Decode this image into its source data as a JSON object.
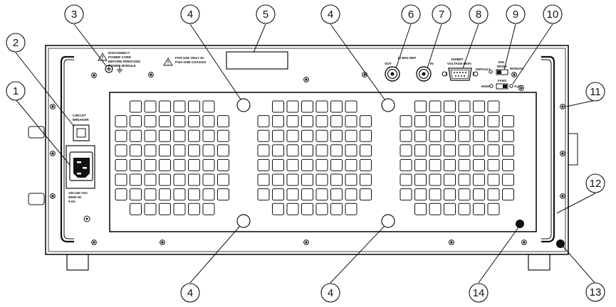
{
  "panel": {
    "warning_lines": [
      "DISCONNECT",
      "POWER CORD",
      "BEFORE REMOVING",
      "POWER MODULE"
    ],
    "pxie_lines": [
      "FOR USE ONLY IN",
      "PXIe-1085 CHASSIS"
    ],
    "breaker_lines": [
      "CIRCUIT",
      "BREAKER"
    ],
    "power_lines": [
      "100-240 VAC",
      "50/60 Hz",
      "9-5A"
    ],
    "ref_out_lines": [
      "10 MHz REF",
      "OUT"
    ],
    "ref_in_label": "IN",
    "inhibit_lines": [
      "INHIBIT",
      "VOLTAGE MON"
    ],
    "mode_lines": [
      "INH",
      "MODE"
    ],
    "default_label": "DEFAULT",
    "manual_label": "MANUAL",
    "fans_label": "FANS",
    "high_label": "HIGH",
    "auto_label": "AUTO"
  },
  "callouts": [
    "1",
    "2",
    "3",
    "4",
    "5",
    "4",
    "6",
    "7",
    "8",
    "9",
    "10",
    "11",
    "12",
    "13",
    "4",
    "4",
    "14"
  ]
}
